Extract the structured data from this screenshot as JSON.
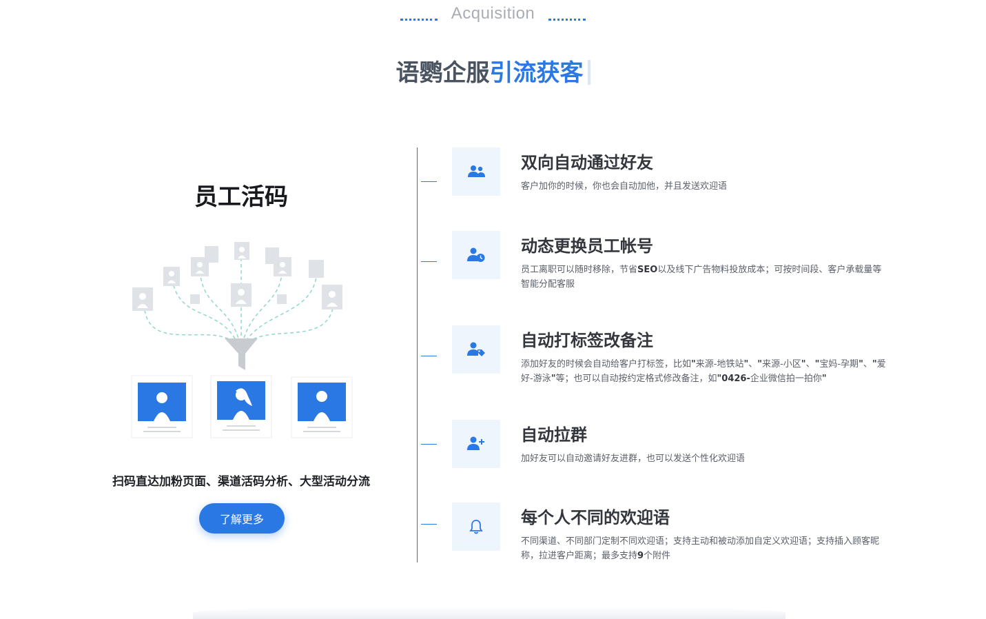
{
  "header": {
    "eyebrow": "Acquisition",
    "title_main": "语鹦企服",
    "title_accent": "引流获客"
  },
  "left_panel": {
    "title": "员工活码",
    "description": "扫码直达加粉页面、渠道活码分析、大型活动分流",
    "button_label": "了解更多"
  },
  "features": [
    {
      "icon": "user-group-icon",
      "title": "双向自动通过好友",
      "desc": [
        "客户加你的时候，你也会自动加他，并且发送欢迎语"
      ]
    },
    {
      "icon": "user-clock-icon",
      "title": "动态更换员工帐号",
      "desc": [
        "员工离职可以随时移除，节省",
        "SEO",
        "以及线下广告物料投放成本；可按时间段、客户承载量等智能分配客服"
      ]
    },
    {
      "icon": "user-tag-icon",
      "title": "自动打标签改备注",
      "desc": [
        "添加好友的时候会自动给客户打标签，比如",
        "\"",
        "来源-地铁站",
        "\"",
        "、",
        "\"",
        "来源-小区",
        "\"",
        "、",
        "\"",
        "宝妈-孕期",
        "\"",
        "、",
        "\"",
        "爱好-游泳",
        "\"",
        "等；也可以自动按约定格式修改备注，如",
        "\"0426-",
        "企业微信拍一拍你",
        "\""
      ]
    },
    {
      "icon": "user-plus-icon",
      "title": "自动拉群",
      "desc": [
        "加好友可以自动邀请好友进群，也可以发送个性化欢迎语"
      ]
    },
    {
      "icon": "bell-icon",
      "title": "每个人不同的欢迎语",
      "desc": [
        "不同渠道、不同部门定制不同欢迎语；支持主动和被动添加自定义欢迎语；支持插入顾客昵称，拉进客户距离；最多支持",
        "9",
        "个附件"
      ]
    }
  ],
  "colors": {
    "accent": "#2a78e4",
    "icon_bg": "#eef5fd",
    "title_gray": "#4a5360"
  }
}
